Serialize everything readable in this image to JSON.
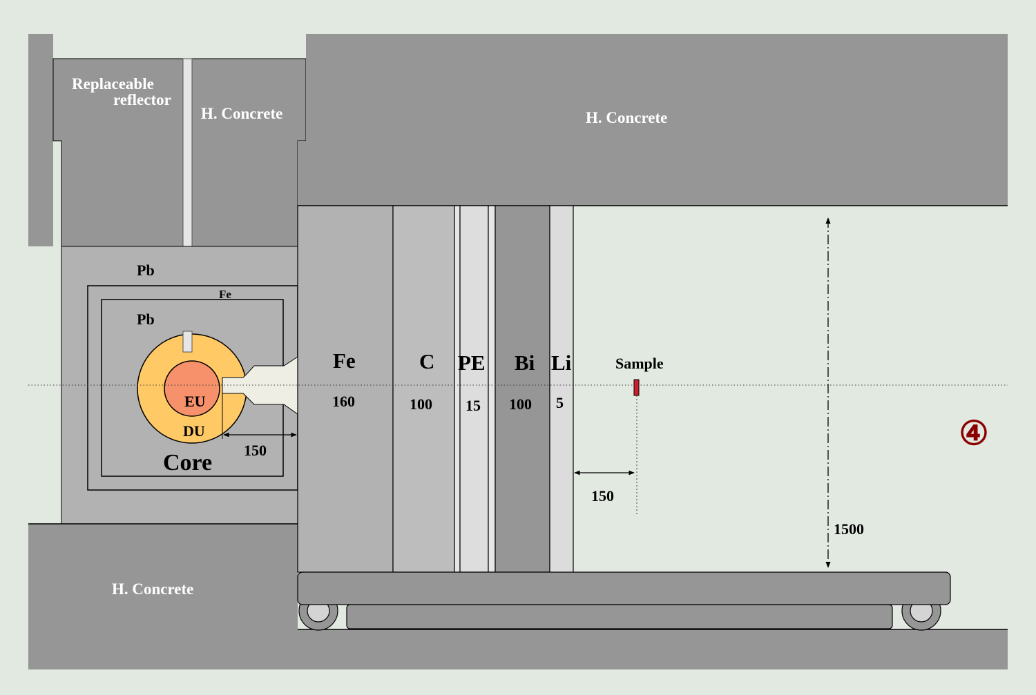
{
  "labels": {
    "replaceable_reflector_line1": "Replaceable",
    "replaceable_reflector_line2": "reflector",
    "concrete_upper_left": "H. Concrete",
    "concrete_top": "H. Concrete",
    "concrete_bottom": "H. Concrete",
    "pb_outer": "Pb",
    "pb_inner": "Pb",
    "fe_thin": "Fe",
    "eu": "EU",
    "du": "DU",
    "core": "Core",
    "core_gap": "150",
    "layer_fe": "Fe",
    "layer_fe_thickness": "160",
    "layer_c": "C",
    "layer_c_thickness": "100",
    "layer_pe": "PE",
    "layer_pe_thickness": "15",
    "layer_bi": "Bi",
    "layer_bi_thickness": "100",
    "layer_li": "Li",
    "layer_li_thickness": "5",
    "sample": "Sample",
    "sample_distance": "150",
    "height": "1500",
    "config_number": "④"
  },
  "colors": {
    "background": "#e2e9e1",
    "heavy_concrete": "#969696",
    "lead": "#b2b2b2",
    "iron_layer": "#b2b2b2",
    "carbon_layer": "#bdbdbd",
    "pe_layer": "#dddddd",
    "bismuth_layer": "#969696",
    "lithium_layer": "#dcdcdc",
    "du_blanket": "#ffc966",
    "eu_center": "#f6916b",
    "sample_marker": "#cc1f2e",
    "config_number": "#8b0000"
  }
}
